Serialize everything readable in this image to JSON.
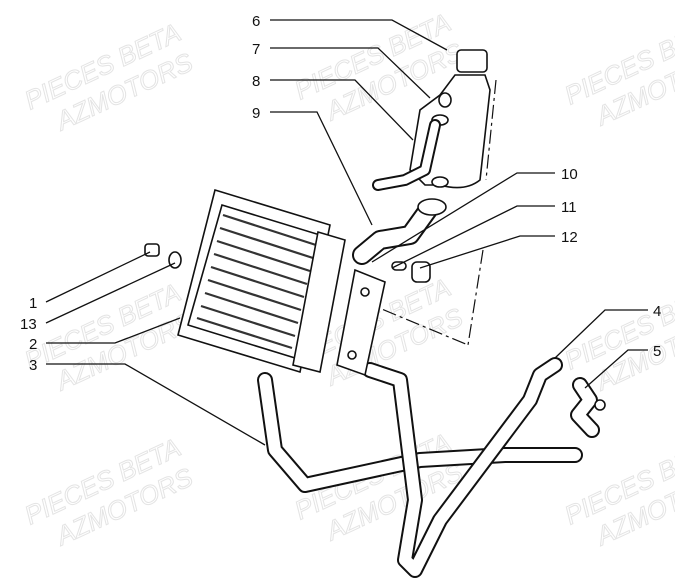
{
  "diagram": {
    "watermark": {
      "line1": "PIECES BETA",
      "line2": "AZMOTORS"
    },
    "callouts": [
      {
        "number": "1",
        "part": "drain-plug"
      },
      {
        "number": "13",
        "part": "washer"
      },
      {
        "number": "2",
        "part": "radiator"
      },
      {
        "number": "3",
        "part": "lower-hose"
      },
      {
        "number": "4",
        "part": "hose"
      },
      {
        "number": "5",
        "part": "hose-with-clamp"
      },
      {
        "number": "6",
        "part": "expansion-tank-cap"
      },
      {
        "number": "7",
        "part": "expansion-tank"
      },
      {
        "number": "8",
        "part": "overflow-pipe"
      },
      {
        "number": "9",
        "part": "upper-hose"
      },
      {
        "number": "10",
        "part": "hose-clamp"
      },
      {
        "number": "11",
        "part": "spacer"
      },
      {
        "number": "12",
        "part": "rubber-grommet"
      }
    ]
  }
}
